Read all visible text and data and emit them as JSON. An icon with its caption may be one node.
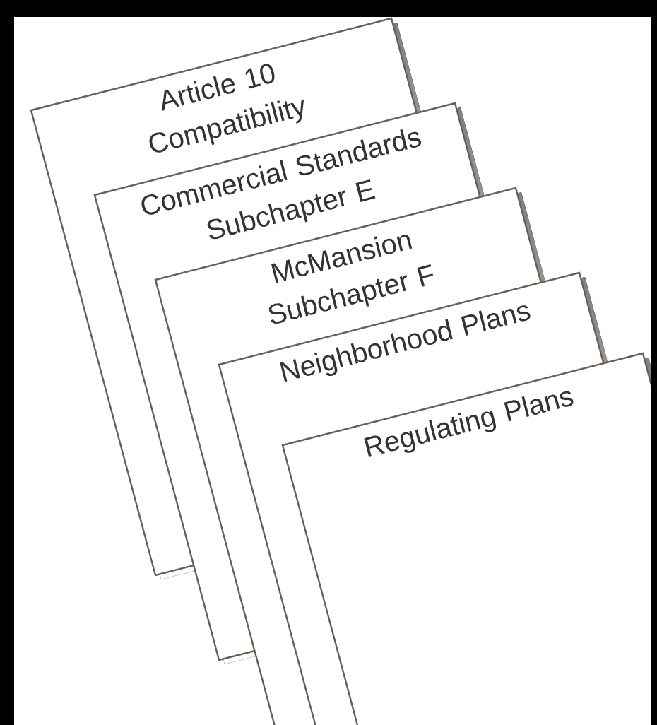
{
  "diagram": {
    "nodes": [
      {
        "text": [
          "Article 10 Compatibility"
        ]
      },
      {
        "text": [
          "Commercial Standards Subchapter E"
        ]
      },
      {
        "text": [
          "McMansion Subchapter F"
        ]
      },
      {
        "text": [
          "Neighborhood Plans"
        ]
      },
      {
        "text": [
          "Regulating Plans"
        ]
      }
    ]
  }
}
